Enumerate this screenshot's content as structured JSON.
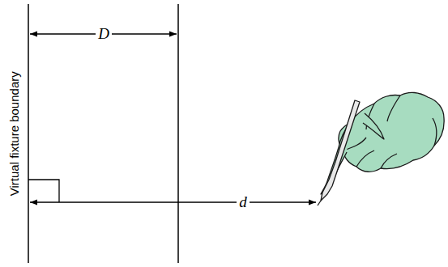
{
  "diagram": {
    "labels": [
      "Virtual fixture boundary",
      "D",
      "d"
    ]
  }
}
